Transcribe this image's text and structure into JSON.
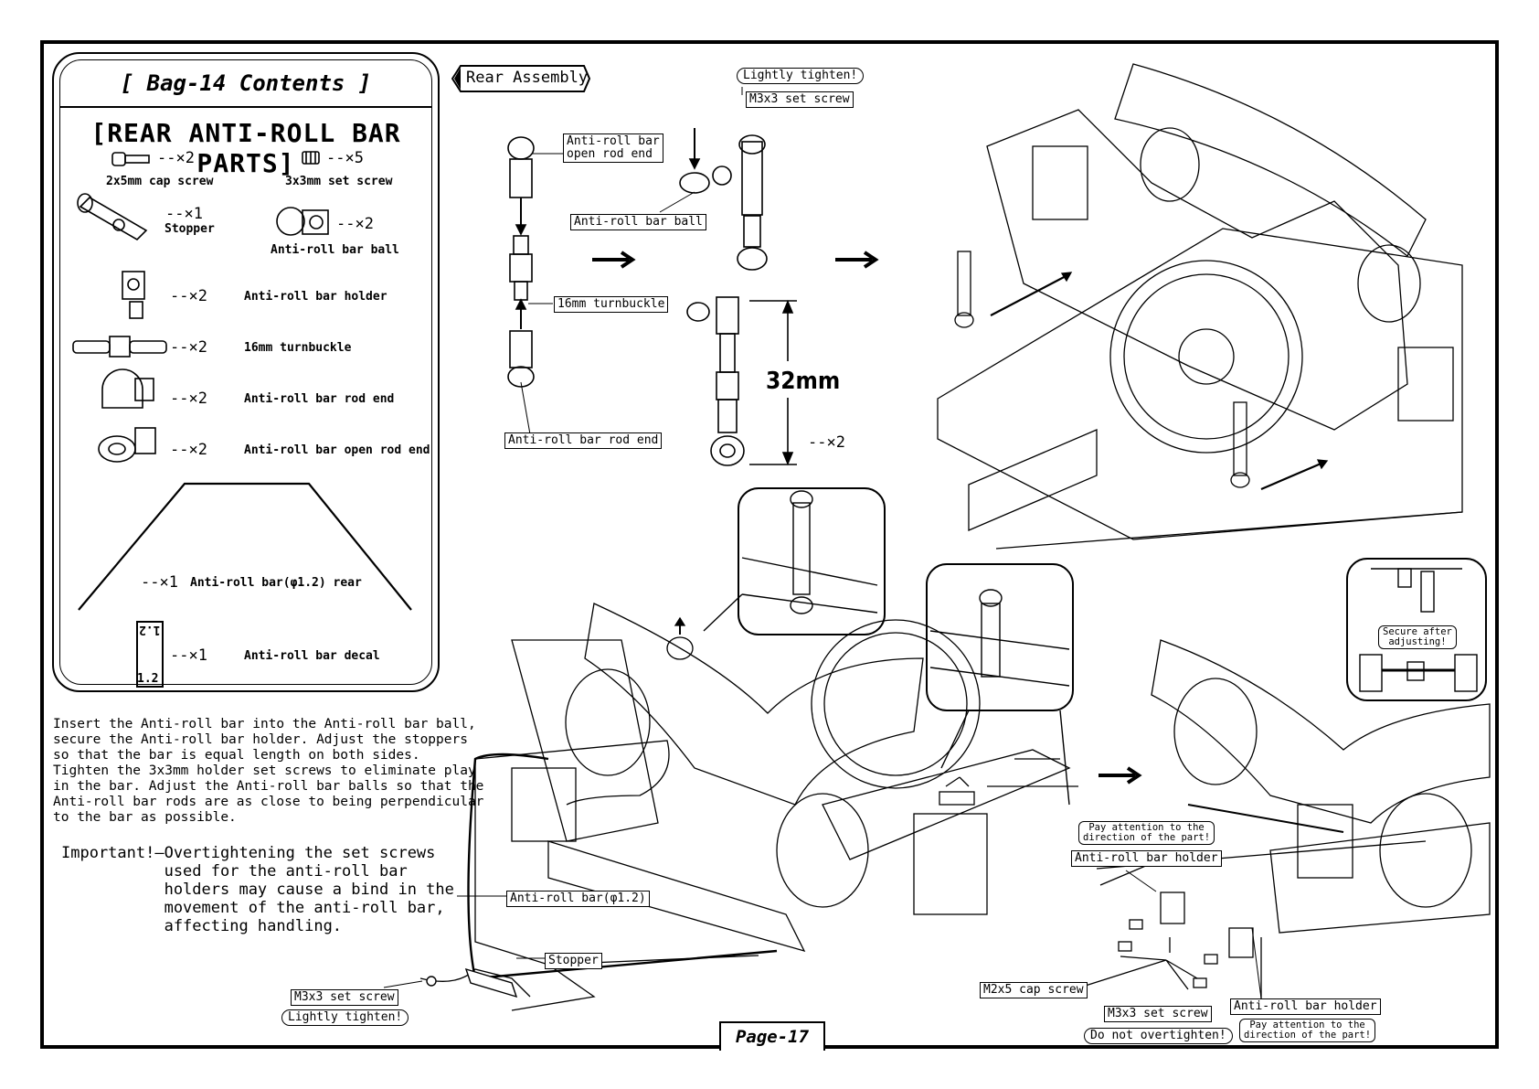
{
  "bag": {
    "title": "[ Bag-14 Contents ]",
    "subtitle": "[REAR ANTI-ROLL BAR PARTS]",
    "parts": [
      {
        "qty": "--×2",
        "label": "2x5mm cap screw"
      },
      {
        "qty": "--×5",
        "label": "3x3mm set screw"
      },
      {
        "qty": "--×1",
        "label": "Stopper"
      },
      {
        "qty": "--×2",
        "label": "Anti-roll bar ball"
      },
      {
        "qty": "--×2",
        "label": "Anti-roll bar holder"
      },
      {
        "qty": "--×2",
        "label": "16mm turnbuckle"
      },
      {
        "qty": "--×2",
        "label": "Anti-roll bar rod end"
      },
      {
        "qty": "--×2",
        "label": "Anti-roll bar open rod end"
      },
      {
        "qty": "--×1",
        "label": "Anti-roll bar(φ1.2) rear"
      },
      {
        "qty": "--×1",
        "label": "Anti-roll bar decal"
      }
    ],
    "decal_top": "1.2",
    "decal_bottom": "1.2"
  },
  "instructions": "Insert the Anti-roll bar into the Anti-roll bar ball,\nsecure the Anti-roll bar holder. Adjust the stoppers\nso that the bar is equal length on both sides.\nTighten the 3x3mm holder set screws to eliminate play\nin the bar. Adjust the Anti-roll bar balls so that the\nAnti-roll bar rods are as close to being perpendicular\nto the bar as possible.",
  "important": "Important!—Overtightening the set screws\n           used for the anti-roll bar\n           holders may cause a bind in the\n           movement of the anti-roll bar,\n           affecting handling.",
  "section_tag": "Rear Assembly",
  "rod_assembly": {
    "open_rod_end": "Anti-roll bar\nopen rod end",
    "turnbuckle": "16mm turnbuckle",
    "rod_end": "Anti-roll bar rod end",
    "ball": "Anti-roll bar ball",
    "set_screw": "M3x3 set screw",
    "lightly_tighten": "Lightly tighten!",
    "length": "32mm",
    "qty": "--×2"
  },
  "lower_left": {
    "bar": "Anti-roll bar(φ1.2)",
    "stopper": "Stopper",
    "set_screw": "M3x3 set screw",
    "lightly_tighten": "Lightly tighten!"
  },
  "lower_right": {
    "attention1": "Pay attention to the\ndirection of the part!",
    "holder1": "Anti-roll bar holder",
    "cap_screw": "M2x5 cap screw",
    "set_screw": "M3x3 set screw",
    "do_not": "Do not overtighten!",
    "holder2": "Anti-roll bar holder",
    "attention2": "Pay attention to the\ndirection of the part!",
    "secure": "Secure after\nadjusting!"
  },
  "page": "Page-17"
}
